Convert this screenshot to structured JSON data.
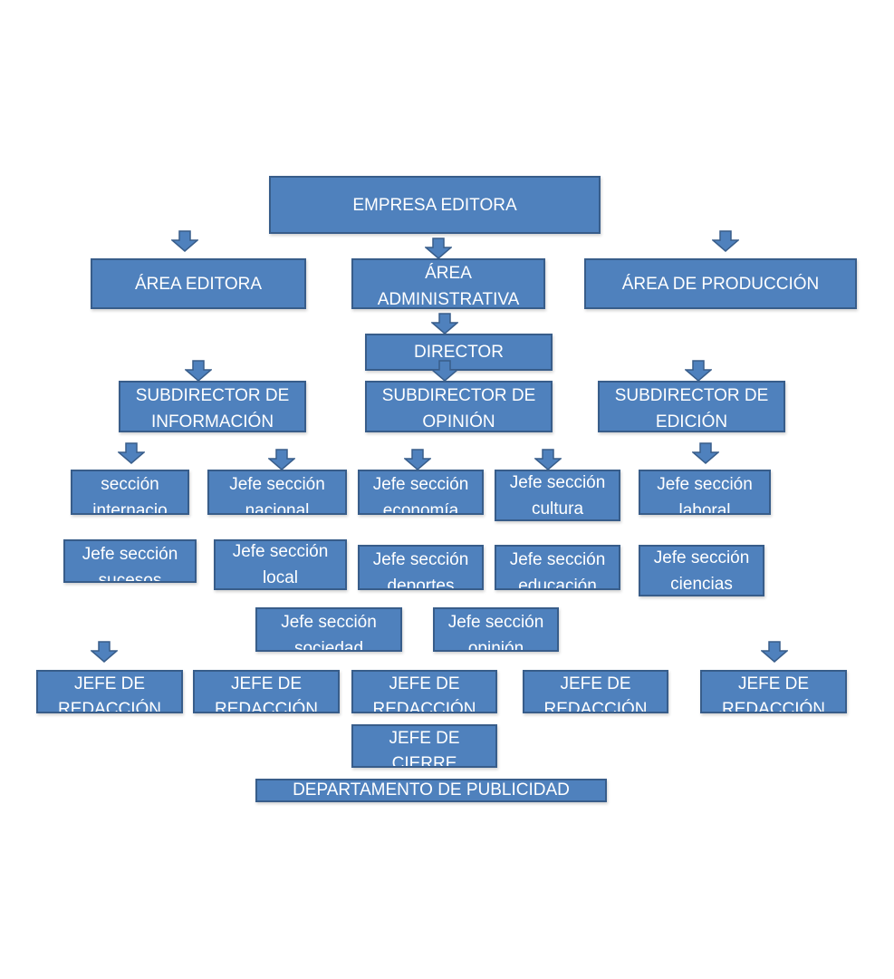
{
  "colors": {
    "box_fill": "#4f81bd",
    "box_border": "#385d8a",
    "text": "#ffffff"
  },
  "nodes": {
    "empresa_editora": "EMPRESA EDITORA",
    "area_editora": "ÁREA EDITORA",
    "area_administrativa": "ÁREA ADMINISTRATIVA",
    "area_produccion": "ÁREA DE PRODUCCIÓN",
    "director": "DIRECTOR",
    "sub_informacion": "SUBDIRECTOR DE INFORMACIÓN",
    "sub_opinion": "SUBDIRECTOR DE OPINIÓN",
    "sub_edicion": "SUBDIRECTOR DE EDICIÓN",
    "sec_internacio": "sección internacio",
    "sec_nacional": "Jefe sección nacional",
    "sec_economia": "Jefe sección economía",
    "sec_cultura": "Jefe sección cultura",
    "sec_laboral": "Jefe sección laboral",
    "sec_sucesos": "Jefe sección sucesos",
    "sec_local": "Jefe sección local",
    "sec_deportes": "Jefe sección deportes",
    "sec_educacion": "Jefe sección educación",
    "sec_ciencias": "Jefe sección ciencias",
    "sec_sociedad": "Jefe sección sociedad",
    "sec_opinion": "Jefe sección opinión",
    "redaccion_1": "JEFE DE REDACCIÓN",
    "redaccion_2": "JEFE DE REDACCIÓN",
    "redaccion_3": "JEFE DE REDACCIÓN",
    "redaccion_4": "JEFE DE REDACCIÓN",
    "redaccion_5": "JEFE DE REDACCIÓN",
    "jefe_cierre": "JEFE DE CIERRE",
    "publicidad": "DEPARTAMENTO DE PUBLICIDAD"
  }
}
